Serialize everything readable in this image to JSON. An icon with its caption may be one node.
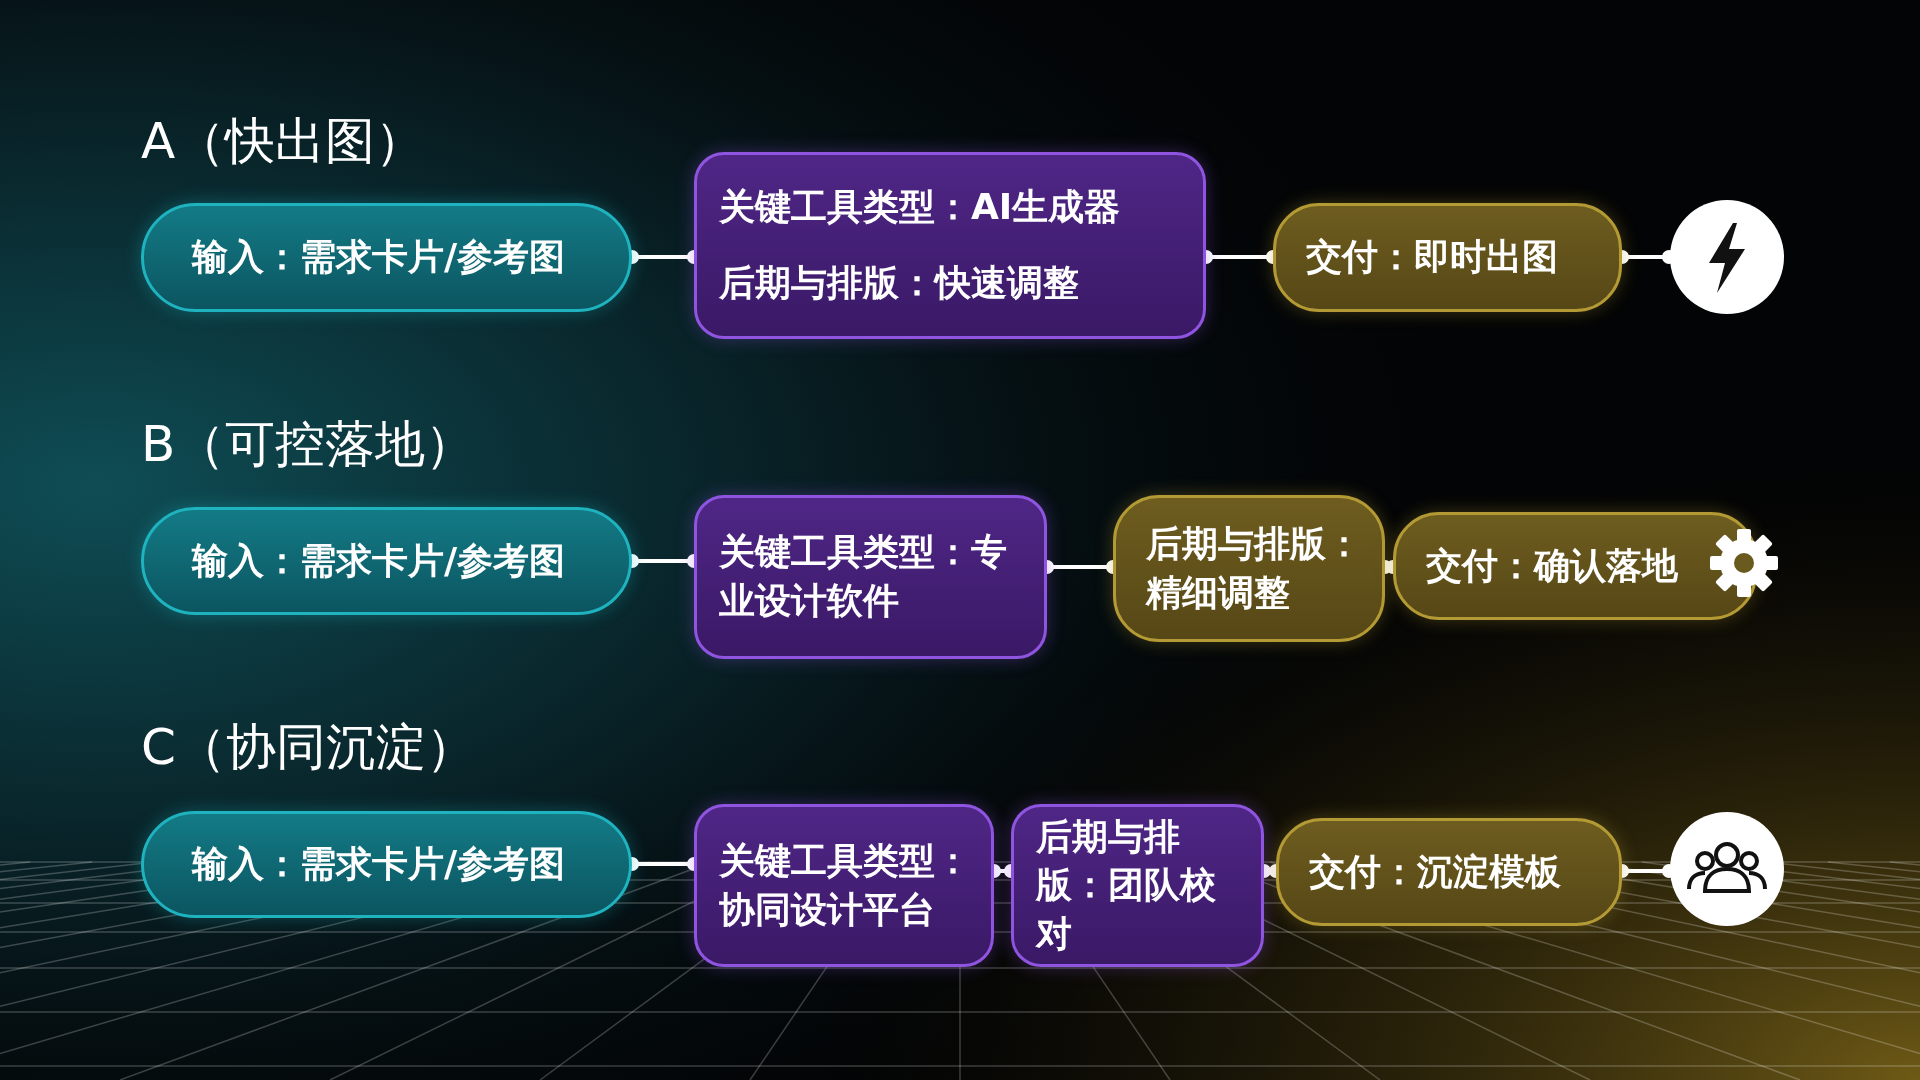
{
  "diagram": {
    "nodes": [
      {
        "text": [
          "输入：需求卡片/参考图"
        ]
      },
      {
        "text": [
          "关键工具类型：AI生成器",
          "后期与排版：快速调整"
        ]
      },
      {
        "text": [
          "交付：即时出图"
        ]
      },
      {
        "text": [],
        "shape": "circle"
      },
      {
        "text": [
          "输入：需求卡片/参考图"
        ]
      },
      {
        "text": [
          "关键工具类型：专业设计软件"
        ]
      },
      {
        "text": [
          "后期与排版：精细调整"
        ]
      },
      {
        "text": [
          "交付：确认落地"
        ]
      },
      {
        "text": [
          "输入：需求卡片/参考图"
        ]
      },
      {
        "text": [
          "关键工具类型：协同设计平台"
        ]
      },
      {
        "text": [
          "后期与排版：团队校对"
        ]
      },
      {
        "text": [
          "交付：沉淀模板"
        ]
      },
      {
        "text": [],
        "shape": "circle"
      }
    ],
    "edges": [
      {
        "from": 0,
        "to": 1,
        "arrow": "other"
      },
      {
        "from": 1,
        "to": 2,
        "arrow": "other"
      },
      {
        "from": 2,
        "to": 3,
        "arrow": "other"
      },
      {
        "from": 4,
        "to": 5,
        "arrow": "other"
      },
      {
        "from": 5,
        "to": 6,
        "arrow": "other"
      },
      {
        "from": 6,
        "to": 7,
        "arrow": "other"
      },
      {
        "from": 8,
        "to": 9,
        "arrow": "other"
      },
      {
        "from": 9,
        "to": 10,
        "arrow": "other"
      },
      {
        "from": 10,
        "to": 11,
        "arrow": "other"
      },
      {
        "from": 11,
        "to": 12,
        "arrow": "other"
      }
    ],
    "labels": [
      "A（快出图）",
      "B（可控落地）",
      "C（协同沉淀）"
    ]
  }
}
